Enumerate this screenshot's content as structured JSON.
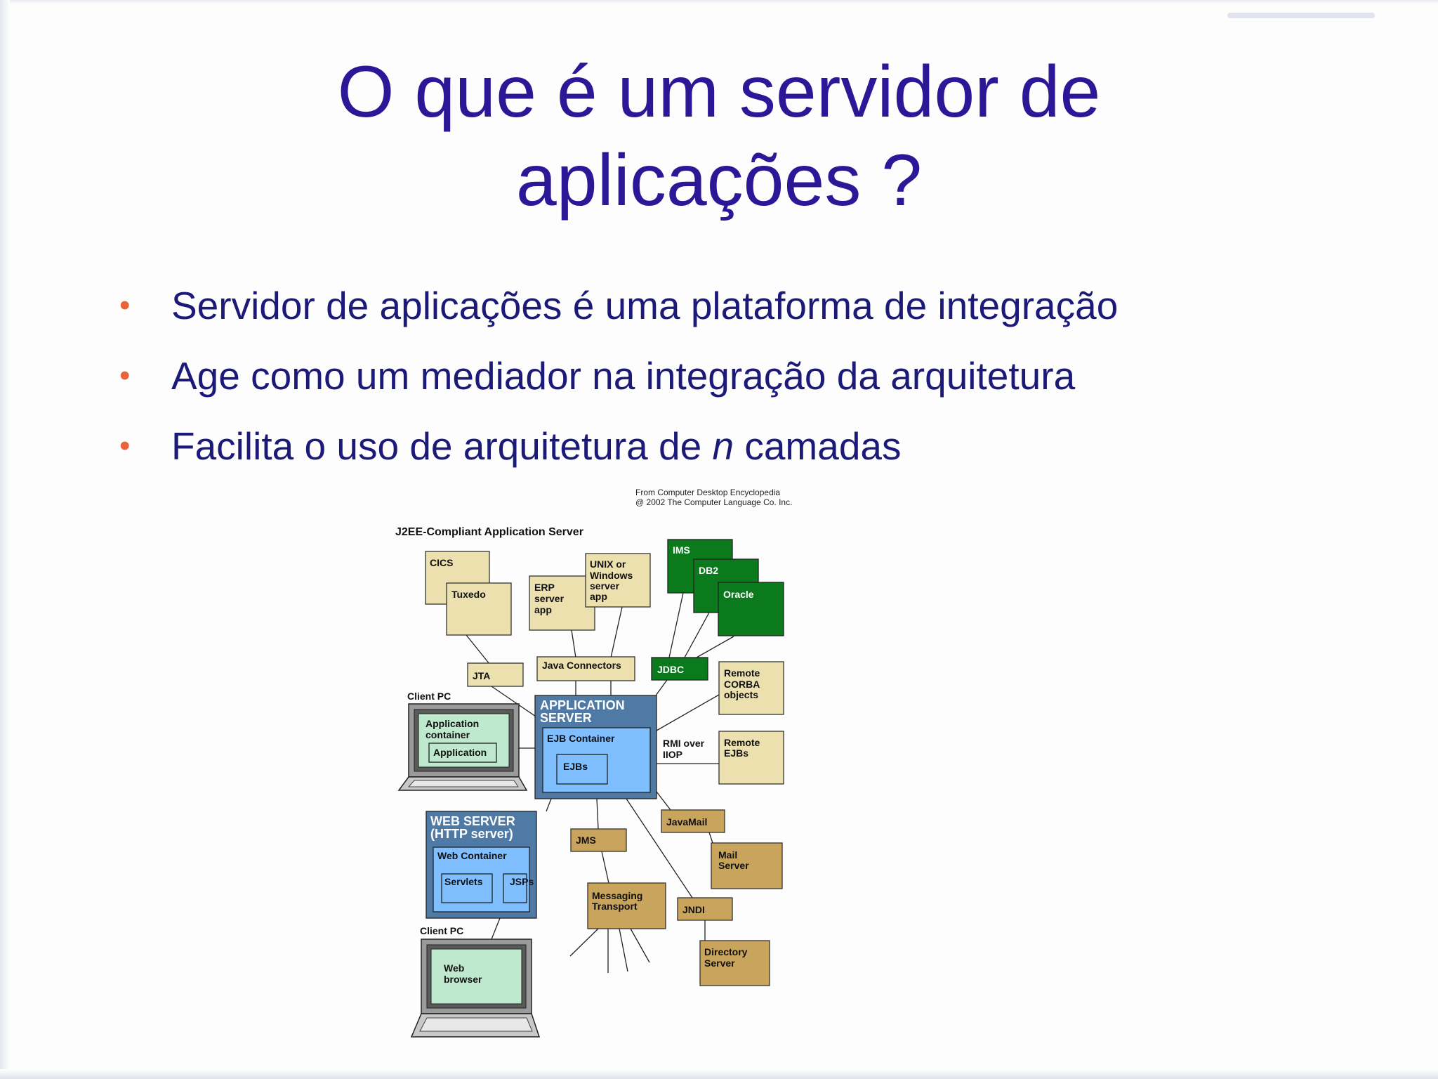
{
  "slide": {
    "title_line1": "O que é um servidor de",
    "title_line2": "aplicações ?",
    "bullets": [
      {
        "text": "Servidor de aplicações é uma plataforma de integração"
      },
      {
        "text": "Age como um mediador na integração da arquitetura"
      },
      {
        "text_before": "Facilita o uso de arquitetura de ",
        "text_italic": "n",
        "text_after": " camadas"
      }
    ],
    "bullet_glyph": "•",
    "colors": {
      "title": "#2e1796",
      "bullet_text": "#1c1a78",
      "bullet_dot": "#e8643a"
    }
  },
  "diagram": {
    "credit_line1": "From Computer Desktop Encyclopedia",
    "credit_line2": "@ 2002 The Computer Language Co. Inc.",
    "header": "J2EE-Compliant Application Server",
    "boxes": {
      "cics": "CICS",
      "tuxedo": "Tuxedo",
      "erp": [
        "ERP",
        "server",
        "app"
      ],
      "unix": [
        "UNIX or",
        "Windows",
        "server",
        "app"
      ],
      "ims": "IMS",
      "db2": "DB2",
      "oracle": "Oracle",
      "jta": "JTA",
      "java_connectors": "Java Connectors",
      "jdbc": "JDBC",
      "remote_corba": [
        "Remote",
        "CORBA",
        "objects"
      ],
      "app_server": [
        "APPLICATION",
        "SERVER"
      ],
      "ejb_container": "EJB Container",
      "ejbs": "EJBs",
      "rmi": [
        "RMI over",
        "IIOP"
      ],
      "remote_ejbs": [
        "Remote",
        "EJBs"
      ],
      "client_pc_top": "Client PC",
      "app_container": [
        "Application",
        "container"
      ],
      "application": "Application",
      "web_server": [
        "WEB SERVER",
        "(HTTP server)"
      ],
      "web_container": "Web Container",
      "servlets": "Servlets",
      "jsps": "JSPs",
      "jms": "JMS",
      "javamail": "JavaMail",
      "mail_server": [
        "Mail",
        "Server"
      ],
      "messaging": [
        "Messaging",
        "Transport"
      ],
      "jndi": "JNDI",
      "directory": [
        "Directory",
        "Server"
      ],
      "client_pc_bottom": "Client PC",
      "web_browser": [
        "Web",
        "browser"
      ]
    },
    "colors": {
      "tan": "#ece0ae",
      "gold": "#c9a45c",
      "green": "#0b7a1d",
      "steel": "#4f7aa6",
      "light_blue": "#7fbfff",
      "mint": "#bfe9cf"
    }
  }
}
